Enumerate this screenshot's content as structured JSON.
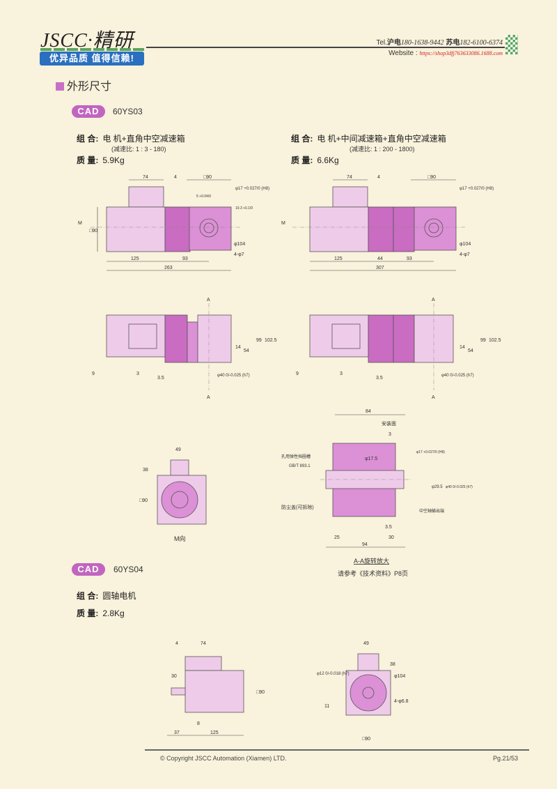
{
  "header": {
    "logo": "JSCC·精研",
    "slogan": "优异品质 值得信赖!",
    "tel_label": "Tel.",
    "tel_sh_label": "沪电",
    "tel_sh": "180-1638-9442",
    "tel_su_label": "苏电",
    "tel_su": "182-6100-6374",
    "website_label": "Website : ",
    "website": "https://shop3dfj763633086.1688.com"
  },
  "section_title": "外形尺寸",
  "models": [
    {
      "badge": "CAD",
      "model": "60YS03",
      "variants": [
        {
          "combo_label": "组 合:",
          "combo": "电 机+直角中空减速箱",
          "ratio": "(减速比: 1 : 3 - 180)",
          "weight_label": "质 量:",
          "weight": "5.9Kg"
        },
        {
          "combo_label": "组 合:",
          "combo": "电 机+中间减速箱+直角中空减速箱",
          "ratio": "(减速比: 1 : 200 - 1800)",
          "weight_label": "质 量:",
          "weight": "6.6Kg"
        }
      ]
    },
    {
      "badge": "CAD",
      "model": "60YS04",
      "variants": [
        {
          "combo_label": "组 合:",
          "combo": "圆轴电机",
          "weight_label": "质 量:",
          "weight": "2.8Kg"
        }
      ]
    }
  ],
  "dims": {
    "d74": "74",
    "d4": "4",
    "sq90": "□90",
    "phi17": "φ17 +0.027/0 (H8)",
    "d5": "5 +0.04/0",
    "d193": "19.3 +0.1/0",
    "phi104": "φ104",
    "hole": "4-φ7",
    "d125": "125",
    "d93": "93",
    "d263": "263",
    "d44": "44",
    "d307": "307",
    "m": "M",
    "a": "A",
    "d14": "14",
    "d54": "54",
    "d99": "99",
    "d1025": "102.5",
    "d9": "9",
    "d3": "3",
    "d35": "3.5",
    "phi40": "φ40 0/-0.025 (h7)",
    "d49": "49",
    "d38": "38",
    "m_view": "M向",
    "d84": "84",
    "mount_face": "安装面",
    "phi175": "φ17.5",
    "phi17b": "φ17 +0.027/0 (H8)",
    "phi295": "φ29.5",
    "phi40b": "φ40 0/-0.025 (h7)",
    "circlip": "孔用弹性挡圈槽",
    "circlip_std": "GB/T 893.1",
    "dust_cover": "防尘盖(可拆除)",
    "shaft_out": "中空轴输出端",
    "d25": "25",
    "d30": "30",
    "d94": "94",
    "section_title": "A-A旋转放大",
    "section_ref": "请参考《技术资料》P8页",
    "d30b": "30",
    "d8": "8",
    "d37": "37",
    "phi12": "φ12 0/-0.018 (h7)",
    "d11": "11",
    "hole68": "4-φ6.8"
  },
  "colors": {
    "motor": "#efcbea",
    "gear": "#c96cc2",
    "flange": "#dc90d6",
    "accent": "#c165c0",
    "background": "#f9f2dc"
  },
  "footer": {
    "copyright": "© Copyright JSCC Automation (Xiamen) LTD.",
    "page": "Pg.21/53"
  }
}
